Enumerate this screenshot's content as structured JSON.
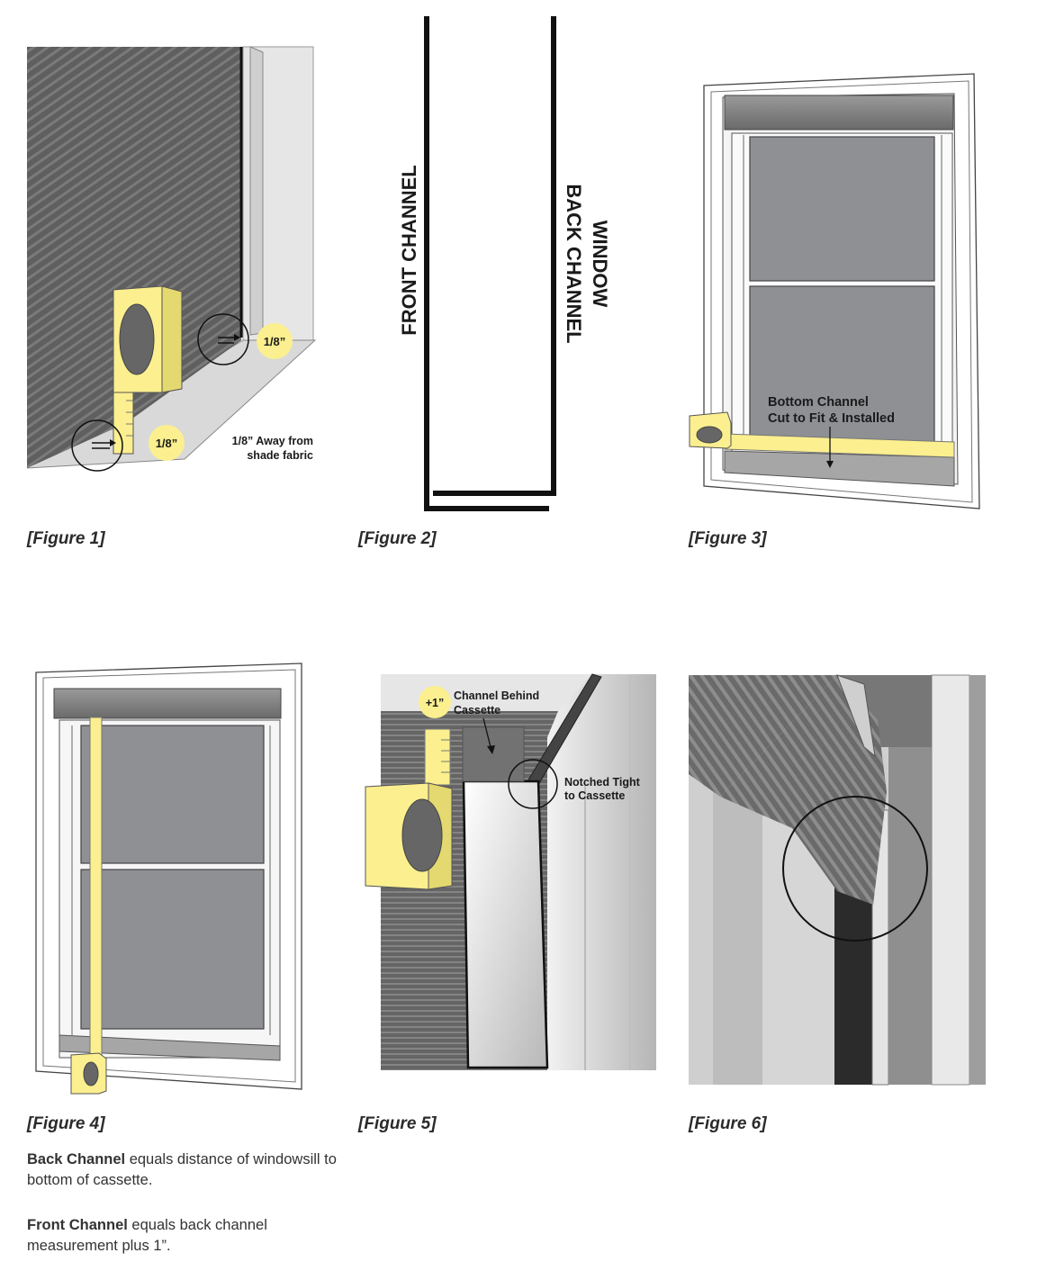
{
  "figures": [
    {
      "caption": "[Figure 1]",
      "labels": {
        "gap_top": "1/8”",
        "gap_bottom": "1/8”",
        "note_line1": "1/8” Away from",
        "note_line2": "shade fabric"
      }
    },
    {
      "caption": "[Figure 2]",
      "labels": {
        "front": "FRONT CHANNEL",
        "back_line1": "WINDOW",
        "back_line2": "BACK CHANNEL"
      }
    },
    {
      "caption": "[Figure 3]",
      "labels": {
        "line1": "Bottom Channel",
        "line2": "Cut to Fit & Installed"
      }
    },
    {
      "caption": "[Figure 4]",
      "labels": {}
    },
    {
      "caption": "[Figure 5]",
      "labels": {
        "plus": "+1”",
        "behind1": "Channel Behind",
        "behind2": "Cassette",
        "notch1": "Notched Tight",
        "notch2": "to Cassette"
      }
    },
    {
      "caption": "[Figure 6]",
      "labels": {}
    }
  ],
  "notes": [
    {
      "bold": "Back Channel",
      "rest": " equals distance of windowsill to bottom of cassette."
    },
    {
      "bold": "Front Channel",
      "rest": " equals back channel measurement plus 1”."
    }
  ],
  "colors": {
    "yellow": "#fbef8f",
    "fabric": "#5d5d5d",
    "glass": "#8e9094",
    "frame": "#ffffff"
  }
}
